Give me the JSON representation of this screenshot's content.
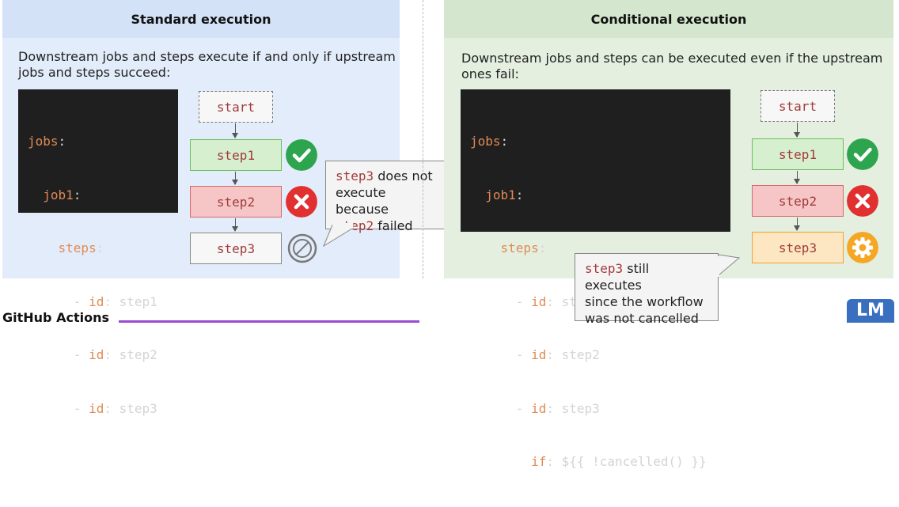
{
  "left": {
    "title": "Standard execution",
    "description": "Downstream jobs and steps execute if and only if upstream jobs and steps succeed:",
    "code": {
      "jobs": "jobs",
      "job1": "job1",
      "steps": "steps",
      "id_key": "id",
      "ids": [
        "step1",
        "step2",
        "step3"
      ]
    },
    "nodes": {
      "start": "start",
      "step1": "step1",
      "step2": "step2",
      "step3": "step3"
    },
    "callout": {
      "step3": "step3",
      "t1": " does not",
      "t2": "execute because",
      "step2": "step2",
      "t3": " failed"
    }
  },
  "right": {
    "title": "Conditional execution",
    "description": "Downstream jobs and steps can be executed even if the upstream ones fail:",
    "code": {
      "jobs": "jobs",
      "job1": "job1",
      "steps": "steps",
      "id_key": "id",
      "ids": [
        "step1",
        "step2",
        "step3"
      ],
      "if_key": "if",
      "if_value": "${{ !cancelled() }}"
    },
    "nodes": {
      "start": "start",
      "step1": "step1",
      "step2": "step2",
      "step3": "step3"
    },
    "callout": {
      "step3": "step3",
      "t1": " still executes",
      "t2": "since the workflow",
      "t3": "was not cancelled"
    }
  },
  "footer": {
    "text": "GitHub Actions",
    "logo": "LM"
  },
  "colors": {
    "success": "#2da44e",
    "failure": "#e0302f",
    "skipped": "#888888",
    "running": "#f5a623"
  },
  "icons": [
    "check-icon",
    "x-icon",
    "skipped-icon",
    "gear-icon"
  ]
}
